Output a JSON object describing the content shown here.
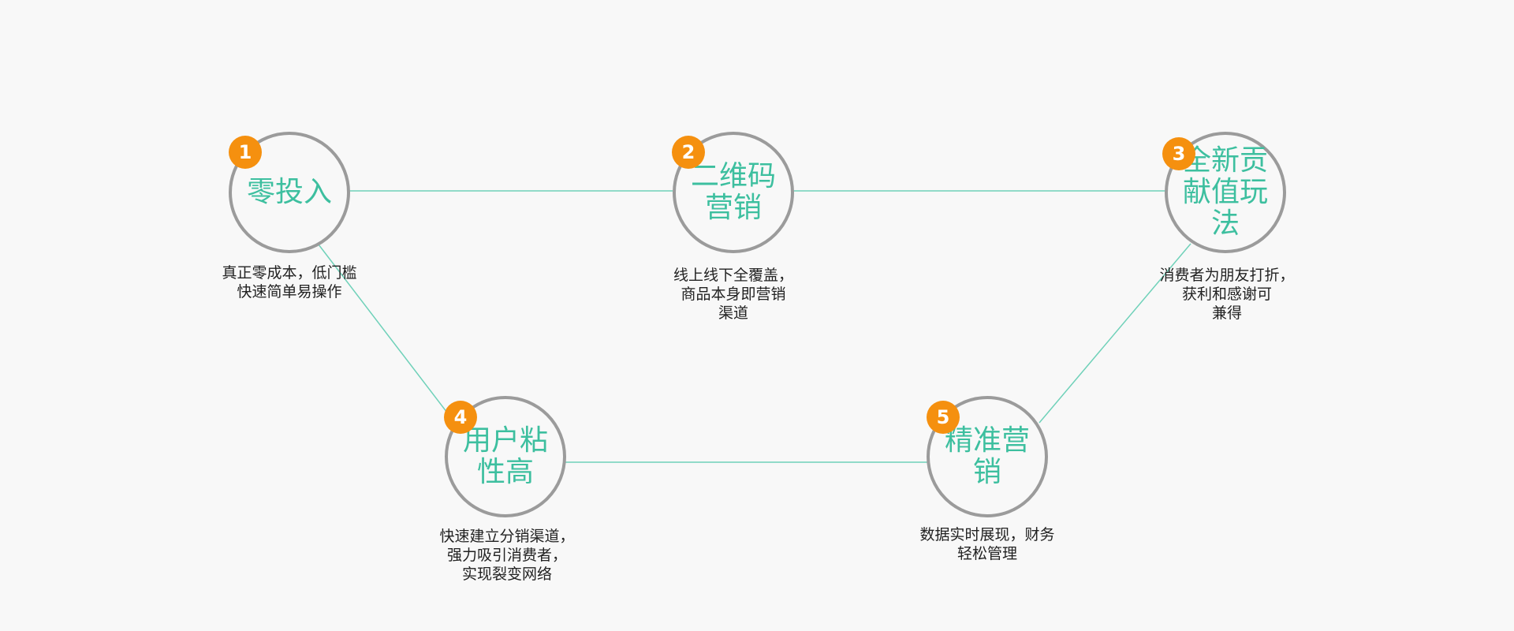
{
  "colors": {
    "background": "#f8f8f8",
    "circle_border": "#9b9b9b",
    "title_text": "#3dbf9f",
    "badge": "#f5900f",
    "connector": "#6fd1b9",
    "description_text": "#222222"
  },
  "nodes": [
    {
      "number": "1",
      "title": "零投入",
      "desc": [
        "真正零成本，低门槛",
        "快速简单易操作"
      ]
    },
    {
      "number": "2",
      "title": "二维码营销",
      "desc": [
        "线上线下全覆盖，",
        "商品本身即营销",
        "渠道"
      ]
    },
    {
      "number": "3",
      "title": "全新贡献值玩法",
      "desc": [
        "消费者为朋友打折，",
        "获利和感谢可",
        "兼得"
      ]
    },
    {
      "number": "4",
      "title": "用户粘性高",
      "desc": [
        "快速建立分销渠道，",
        "强力吸引消费者，",
        "实现裂变网络"
      ]
    },
    {
      "number": "5",
      "title": "精准营销",
      "desc": [
        "数据实时展现，财务",
        "轻松管理"
      ]
    }
  ]
}
